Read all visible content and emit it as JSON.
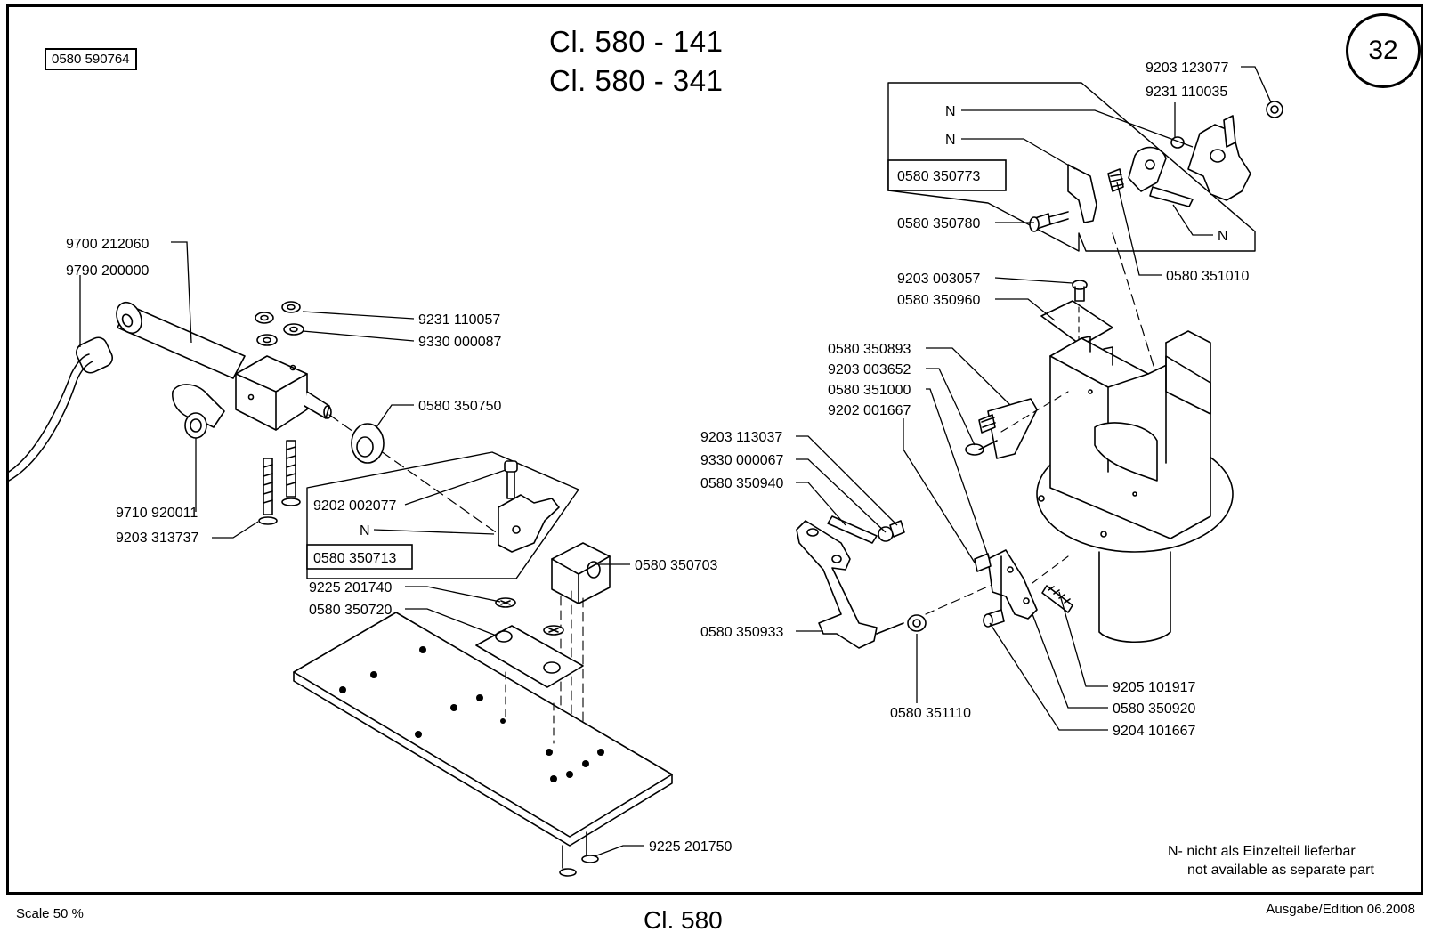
{
  "header": {
    "titles": [
      "Cl. 580 - 141",
      "Cl. 580 - 341"
    ],
    "drawing_number": "0580 590764",
    "page_number": "32"
  },
  "footer": {
    "scale": "Scale 50 %",
    "class": "Cl. 580",
    "edition": "Ausgabe/Edition 06.2008"
  },
  "note": {
    "line1": "N- nicht als Einzelteil lieferbar",
    "line2": "not available as separate part"
  },
  "assemblies": [
    {
      "id": "asm-350713",
      "number": "0580 350713"
    },
    {
      "id": "asm-350773",
      "number": "0580 350773"
    }
  ],
  "parts": [
    {
      "id": "p1",
      "number": "9700 212060"
    },
    {
      "id": "p2",
      "number": "9790 200000"
    },
    {
      "id": "p3",
      "number": "9231 110057"
    },
    {
      "id": "p4",
      "number": "9330 000087"
    },
    {
      "id": "p5",
      "number": "0580 350750"
    },
    {
      "id": "p6",
      "number": "9202 002077"
    },
    {
      "id": "p7",
      "number": "N"
    },
    {
      "id": "p8",
      "number": "9710 920011"
    },
    {
      "id": "p9",
      "number": "9203 313737"
    },
    {
      "id": "p10",
      "number": "0580 350703"
    },
    {
      "id": "p11",
      "number": "9225 201740"
    },
    {
      "id": "p12",
      "number": "0580 350720"
    },
    {
      "id": "p13",
      "number": "9225 201750"
    },
    {
      "id": "p14",
      "number": "9203 123077"
    },
    {
      "id": "p15",
      "number": "9231 110035"
    },
    {
      "id": "p16",
      "number": "N"
    },
    {
      "id": "p17",
      "number": "N"
    },
    {
      "id": "p18",
      "number": "0580 350780"
    },
    {
      "id": "p19",
      "number": "N"
    },
    {
      "id": "p20",
      "number": "0580 351010"
    },
    {
      "id": "p21",
      "number": "9203 003057"
    },
    {
      "id": "p22",
      "number": "0580 350960"
    },
    {
      "id": "p23",
      "number": "0580 350893"
    },
    {
      "id": "p24",
      "number": "9203 003652"
    },
    {
      "id": "p25",
      "number": "0580 351000"
    },
    {
      "id": "p26",
      "number": "9202 001667"
    },
    {
      "id": "p27",
      "number": "9203 113037"
    },
    {
      "id": "p28",
      "number": "9330 000067"
    },
    {
      "id": "p29",
      "number": "0580 350940"
    },
    {
      "id": "p30",
      "number": "0580 350933"
    },
    {
      "id": "p31",
      "number": "0580 351110"
    },
    {
      "id": "p32",
      "number": "9205 101917"
    },
    {
      "id": "p33",
      "number": "0580 350920"
    },
    {
      "id": "p34",
      "number": "9204 101667"
    }
  ]
}
